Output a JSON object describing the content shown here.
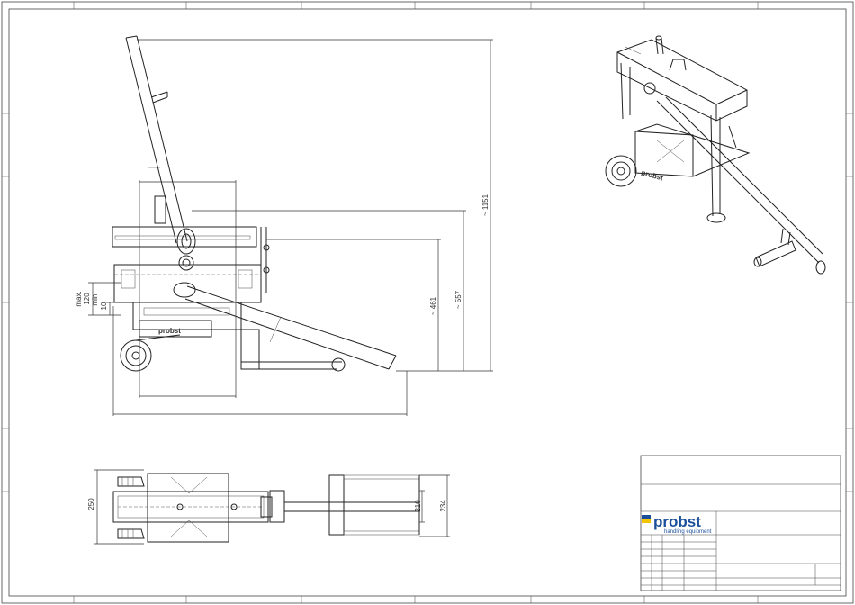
{
  "dimensions": {
    "height_overall": "~ 1151",
    "height_557": "~ 557",
    "height_461": "~ 461",
    "clearance_max_label": "max.",
    "clearance_max_value": "120",
    "clearance_min_label": "min.",
    "clearance_min_value": "10",
    "width_250": "250",
    "width_210": "210",
    "width_234": "234"
  },
  "brand": {
    "name": "probst",
    "tagline": "handling equipment",
    "colors": {
      "blue": "#1b4f9c",
      "yellow": "#f2c500"
    }
  },
  "product_lettering": "probst"
}
